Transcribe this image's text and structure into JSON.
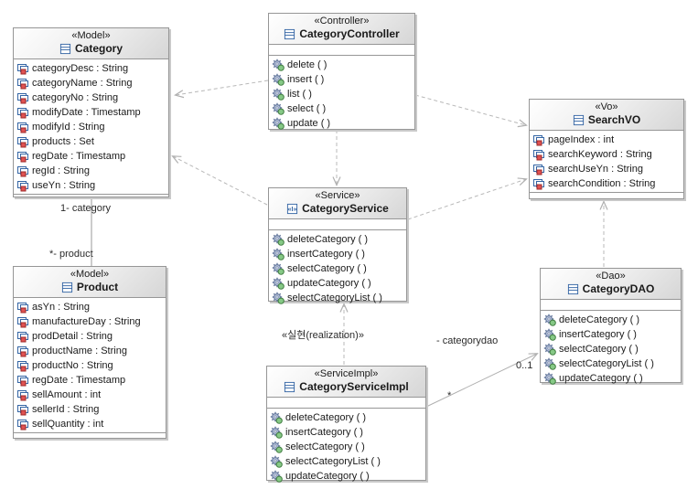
{
  "diagram_title": "Category UML class diagram",
  "colors": {
    "box_border": "#969696",
    "header_gradient_start": "#ffffff",
    "header_gradient_end": "#d6d6d6",
    "dependency_line": "#b8b8b8",
    "association_line": "#9a9a9a",
    "icon_blue": "#3465a4",
    "icon_red": "#d94f4f",
    "gear_blue": "#b7c3dc",
    "gear_stroke": "#64779c",
    "ball_green": "#86c986"
  },
  "classes": [
    {
      "id": "category",
      "stereotype": "«Model»",
      "name": "Category",
      "icon": "class-icon",
      "attributes": [
        "categoryDesc : String",
        "categoryName : String",
        "categoryNo : String",
        "modifyDate : Timestamp",
        "modifyId : String",
        "products : Set",
        "regDate : Timestamp",
        "regId : String",
        "useYn : String"
      ],
      "operations": []
    },
    {
      "id": "category-controller",
      "stereotype": "«Controller»",
      "name": "CategoryController",
      "icon": "class-icon",
      "attributes": [],
      "operations": [
        "delete ( )",
        "insert ( )",
        "list ( )",
        "select ( )",
        "update ( )"
      ]
    },
    {
      "id": "search-vo",
      "stereotype": "«Vo»",
      "name": "SearchVO",
      "icon": "class-icon",
      "attributes": [
        "pageIndex : int",
        "searchKeyword : String",
        "searchUseYn : String",
        "searchCondition : String"
      ],
      "operations": []
    },
    {
      "id": "category-service",
      "stereotype": "«Service»",
      "name": "CategoryService",
      "icon": "interface-icon",
      "attributes": [],
      "operations": [
        "deleteCategory ( )",
        "insertCategory ( )",
        "selectCategory ( )",
        "updateCategory ( )",
        "selectCategoryList ( )"
      ]
    },
    {
      "id": "product",
      "stereotype": "«Model»",
      "name": "Product",
      "icon": "class-icon",
      "attributes": [
        "asYn : String",
        "manufactureDay : String",
        "prodDetail : String",
        "productName : String",
        "productNo : String",
        "regDate : Timestamp",
        "sellAmount : int",
        "sellerId : String",
        "sellQuantity : int"
      ],
      "operations": []
    },
    {
      "id": "category-dao",
      "stereotype": "«Dao»",
      "name": "CategoryDAO",
      "icon": "class-icon",
      "attributes": [],
      "operations": [
        "deleteCategory ( )",
        "insertCategory ( )",
        "selectCategory ( )",
        "selectCategoryList ( )",
        "updateCategory ( )"
      ]
    },
    {
      "id": "category-service-impl",
      "stereotype": "«ServiceImpl»",
      "name": "CategoryServiceImpl",
      "icon": "class-icon",
      "attributes": [],
      "operations": [
        "deleteCategory ( )",
        "insertCategory ( )",
        "selectCategory ( )",
        "selectCategoryList ( )",
        "updateCategory ( )"
      ]
    }
  ],
  "edges": [
    {
      "type": "dependency",
      "from": "CategoryController",
      "to": "Category"
    },
    {
      "type": "dependency",
      "from": "CategoryController",
      "to": "CategoryService"
    },
    {
      "type": "dependency",
      "from": "CategoryController",
      "to": "SearchVO"
    },
    {
      "type": "dependency",
      "from": "CategoryService",
      "to": "Category"
    },
    {
      "type": "dependency",
      "from": "CategoryService",
      "to": "SearchVO"
    },
    {
      "type": "dependency",
      "from": "CategoryDAO",
      "to": "SearchVO"
    },
    {
      "type": "realization",
      "from": "CategoryServiceImpl",
      "to": "CategoryService"
    },
    {
      "type": "association",
      "from": "Category",
      "to": "Product"
    },
    {
      "type": "directed-association",
      "from": "CategoryServiceImpl",
      "to": "CategoryDAO"
    }
  ],
  "edge_labels": {
    "category_role": "1- category",
    "product_role": "*- product",
    "realization": "«실현(realization)»",
    "dao_role": "- categorydao",
    "dao_multiplicity": "0..1",
    "impl_multiplicity": "*"
  }
}
